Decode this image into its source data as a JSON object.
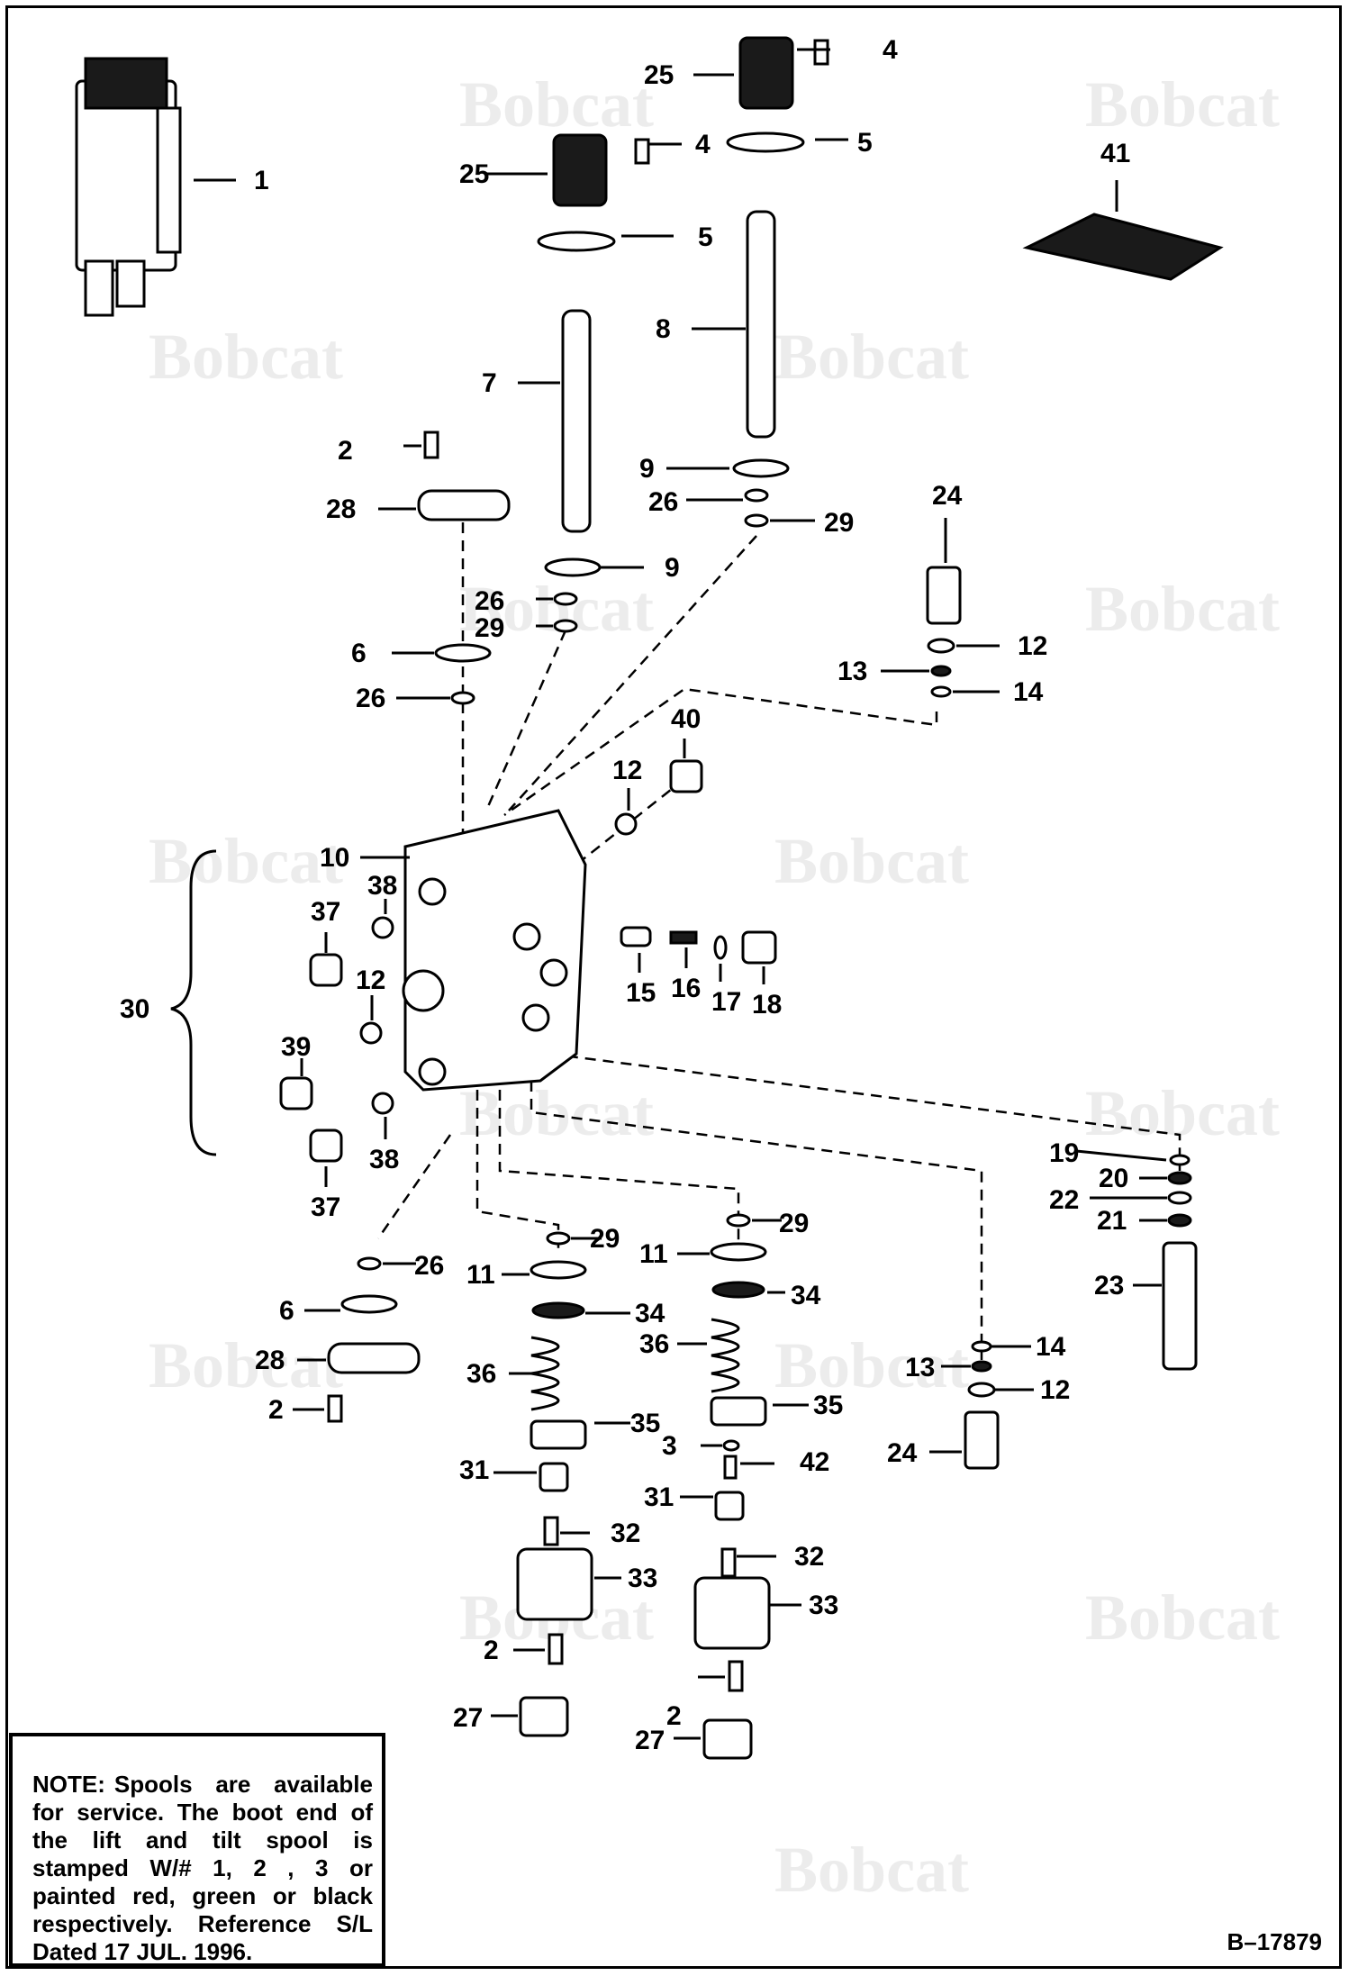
{
  "watermark": "Bobcat",
  "callouts": [
    {
      "id": "c1",
      "text": "1"
    },
    {
      "id": "c2a",
      "text": "2"
    },
    {
      "id": "c2b",
      "text": "2"
    },
    {
      "id": "c2c",
      "text": "2"
    },
    {
      "id": "c2d",
      "text": "2"
    },
    {
      "id": "c3",
      "text": "3"
    },
    {
      "id": "c4a",
      "text": "4"
    },
    {
      "id": "c4b",
      "text": "4"
    },
    {
      "id": "c5a",
      "text": "5"
    },
    {
      "id": "c5b",
      "text": "5"
    },
    {
      "id": "c6a",
      "text": "6"
    },
    {
      "id": "c6b",
      "text": "6"
    },
    {
      "id": "c7",
      "text": "7"
    },
    {
      "id": "c8",
      "text": "8"
    },
    {
      "id": "c9a",
      "text": "9"
    },
    {
      "id": "c9b",
      "text": "9"
    },
    {
      "id": "c10",
      "text": "10"
    },
    {
      "id": "c11a",
      "text": "11"
    },
    {
      "id": "c11b",
      "text": "11"
    },
    {
      "id": "c12a",
      "text": "12"
    },
    {
      "id": "c12b",
      "text": "12"
    },
    {
      "id": "c12c",
      "text": "12"
    },
    {
      "id": "c12d",
      "text": "12"
    },
    {
      "id": "c13a",
      "text": "13"
    },
    {
      "id": "c13b",
      "text": "13"
    },
    {
      "id": "c14a",
      "text": "14"
    },
    {
      "id": "c14b",
      "text": "14"
    },
    {
      "id": "c15",
      "text": "15"
    },
    {
      "id": "c16",
      "text": "16"
    },
    {
      "id": "c17",
      "text": "17"
    },
    {
      "id": "c18",
      "text": "18"
    },
    {
      "id": "c19",
      "text": "19"
    },
    {
      "id": "c20",
      "text": "20"
    },
    {
      "id": "c21",
      "text": "21"
    },
    {
      "id": "c22",
      "text": "22"
    },
    {
      "id": "c23",
      "text": "23"
    },
    {
      "id": "c24a",
      "text": "24"
    },
    {
      "id": "c24b",
      "text": "24"
    },
    {
      "id": "c25a",
      "text": "25"
    },
    {
      "id": "c25b",
      "text": "25"
    },
    {
      "id": "c26a",
      "text": "26"
    },
    {
      "id": "c26b",
      "text": "26"
    },
    {
      "id": "c26c",
      "text": "26"
    },
    {
      "id": "c26d",
      "text": "26"
    },
    {
      "id": "c27a",
      "text": "27"
    },
    {
      "id": "c27b",
      "text": "27"
    },
    {
      "id": "c28a",
      "text": "28"
    },
    {
      "id": "c28b",
      "text": "28"
    },
    {
      "id": "c29a",
      "text": "29"
    },
    {
      "id": "c29b",
      "text": "29"
    },
    {
      "id": "c29c",
      "text": "29"
    },
    {
      "id": "c29d",
      "text": "29"
    },
    {
      "id": "c30",
      "text": "30"
    },
    {
      "id": "c31a",
      "text": "31"
    },
    {
      "id": "c31b",
      "text": "31"
    },
    {
      "id": "c32a",
      "text": "32"
    },
    {
      "id": "c32b",
      "text": "32"
    },
    {
      "id": "c33a",
      "text": "33"
    },
    {
      "id": "c33b",
      "text": "33"
    },
    {
      "id": "c34a",
      "text": "34"
    },
    {
      "id": "c34b",
      "text": "34"
    },
    {
      "id": "c35a",
      "text": "35"
    },
    {
      "id": "c35b",
      "text": "35"
    },
    {
      "id": "c36a",
      "text": "36"
    },
    {
      "id": "c36b",
      "text": "36"
    },
    {
      "id": "c37a",
      "text": "37"
    },
    {
      "id": "c37b",
      "text": "37"
    },
    {
      "id": "c38a",
      "text": "38"
    },
    {
      "id": "c38b",
      "text": "38"
    },
    {
      "id": "c39",
      "text": "39"
    },
    {
      "id": "c40",
      "text": "40"
    },
    {
      "id": "c41",
      "text": "41"
    },
    {
      "id": "c42",
      "text": "42"
    }
  ],
  "note": {
    "label": "NOTE:",
    "text": "Spools are available for service. The boot end of the lift and tilt spool is stamped W/# 1, 2 , 3 or painted red, green or black respectively. Reference S/L Dated 17 JUL. 1996."
  },
  "document_number": "B–17879"
}
